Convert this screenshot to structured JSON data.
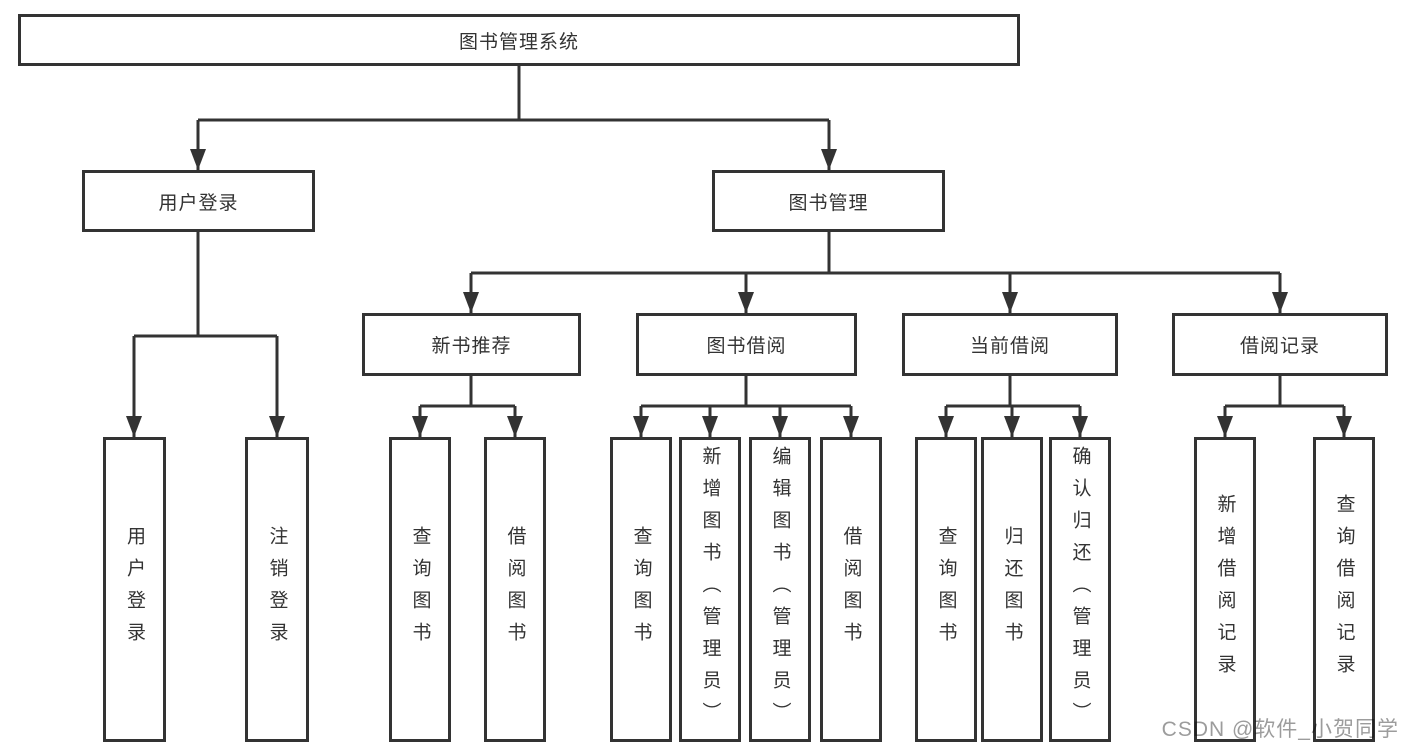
{
  "diagram": {
    "watermark": "CSDN @软件_小贺同学",
    "colors": {
      "line": "#333333",
      "box_border": "#333333",
      "box_background": "#ffffff",
      "text": "#333333",
      "watermark": "#9c9c9c"
    },
    "root": {
      "label": "图书管理系统"
    },
    "branches": [
      {
        "label": "用户登录",
        "children": [
          "用户登录",
          "注销登录"
        ]
      },
      {
        "label": "图书管理",
        "children": [
          {
            "label": "新书推荐",
            "children": [
              "查询图书",
              "借阅图书"
            ]
          },
          {
            "label": "图书借阅",
            "children": [
              "查询图书",
              "新增图书（管理员）",
              "编辑图书（管理员）",
              "借阅图书"
            ]
          },
          {
            "label": "当前借阅",
            "children": [
              "查询图书",
              "归还图书",
              "确认归还（管理员）"
            ]
          },
          {
            "label": "借阅记录",
            "children": [
              "新增借阅记录",
              "查询借阅记录"
            ]
          }
        ]
      }
    ]
  }
}
